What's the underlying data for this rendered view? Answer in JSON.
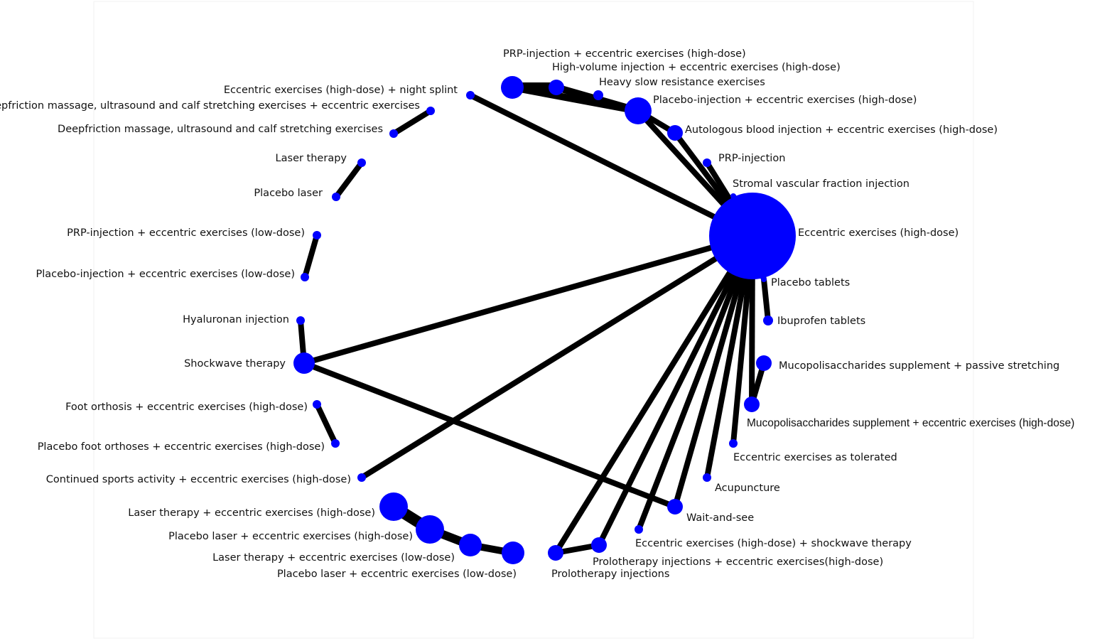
{
  "colors": {
    "node": "#0000ff",
    "edge": "#000000",
    "text": "#111111"
  },
  "nodes": {
    "prp_ecc_hd": {
      "label": "PRP-injection + eccentric exercises (high-dose)"
    },
    "hvi_ecc_hd": {
      "label": "High-volume injection + eccentric exercises (high-dose)"
    },
    "hsr": {
      "label": "Heavy slow resistance exercises"
    },
    "placebo_inj_ecc_hd": {
      "label": "Placebo-injection + eccentric exercises (high-dose)"
    },
    "abi_ecc_hd": {
      "label": "Autologous blood injection + eccentric exercises (high-dose)"
    },
    "prp_inj": {
      "label": "PRP-injection"
    },
    "svf_inj": {
      "label": "Stromal vascular fraction injection"
    },
    "ecc_hd": {
      "label": "Eccentric exercises (high-dose)"
    },
    "placebo_tab": {
      "label": "Placebo tablets"
    },
    "ibuprofen": {
      "label": "Ibuprofen tablets"
    },
    "mps_stretch": {
      "label": "Mucopolisaccharides supplement + passive stretching"
    },
    "mps_ecc_hd": {
      "label": "Mucopolisaccharides supplement + eccentric exercises (high-dose)"
    },
    "ecc_tol": {
      "label": "Eccentric exercises as tolerated"
    },
    "acupuncture": {
      "label": "Acupuncture"
    },
    "wait_see": {
      "label": "Wait-and-see"
    },
    "ecc_hd_sw": {
      "label": "Eccentric exercises (high-dose) + shockwave therapy"
    },
    "prolo_ecc_hd": {
      "label": "Prolotherapy injections + eccentric exercises(high-dose)"
    },
    "prolo": {
      "label": "Prolotherapy injections"
    },
    "placebo_laser_ecc_ld": {
      "label": "Placebo laser + eccentric exercises (low-dose)"
    },
    "laser_ecc_ld": {
      "label": "Laser therapy + eccentric exercises (low-dose)"
    },
    "placebo_laser_ecc_hd": {
      "label": "Placebo laser + eccentric exercises (high-dose)"
    },
    "laser_ecc_hd": {
      "label": "Laser therapy + eccentric exercises (high-dose)"
    },
    "sports_ecc_hd": {
      "label": "Continued sports activity + eccentric exercises (high-dose)"
    },
    "placebo_orth_ecc_hd": {
      "label": "Placebo foot orthoses + eccentric exercises (high-dose)"
    },
    "orth_ecc_hd": {
      "label": "Foot orthosis + eccentric exercises (high-dose)"
    },
    "shockwave": {
      "label": "Shockwave therapy"
    },
    "hyaluronan": {
      "label": "Hyaluronan injection"
    },
    "placebo_inj_ecc_ld": {
      "label": "Placebo-injection + eccentric exercises (low-dose)"
    },
    "prp_ecc_ld": {
      "label": "PRP-injection + eccentric exercises (low-dose)"
    },
    "placebo_laser": {
      "label": "Placebo laser"
    },
    "laser": {
      "label": "Laser therapy"
    },
    "dfm": {
      "label": "Deepfriction massage, ultrasound and calf stretching exercises"
    },
    "dfm_ecc": {
      "label": "Deepfriction massage, ultrasound and calf stretching exercises + eccentric exercises"
    },
    "ecc_hd_splint": {
      "label": "Eccentric exercises (high-dose) + night splint"
    }
  },
  "edges": [
    {
      "from": "ecc_hd",
      "to": "ecc_hd_splint"
    },
    {
      "from": "ecc_hd",
      "to": "placebo_inj_ecc_hd"
    },
    {
      "from": "ecc_hd",
      "to": "abi_ecc_hd"
    },
    {
      "from": "ecc_hd",
      "to": "prp_inj"
    },
    {
      "from": "ecc_hd",
      "to": "svf_inj"
    },
    {
      "from": "ecc_hd",
      "to": "placebo_tab"
    },
    {
      "from": "ecc_hd",
      "to": "mps_ecc_hd"
    },
    {
      "from": "ecc_hd",
      "to": "ecc_tol"
    },
    {
      "from": "ecc_hd",
      "to": "acupuncture"
    },
    {
      "from": "ecc_hd",
      "to": "wait_see"
    },
    {
      "from": "ecc_hd",
      "to": "ecc_hd_sw"
    },
    {
      "from": "ecc_hd",
      "to": "prolo_ecc_hd"
    },
    {
      "from": "ecc_hd",
      "to": "prolo"
    },
    {
      "from": "ecc_hd",
      "to": "sports_ecc_hd"
    },
    {
      "from": "ecc_hd",
      "to": "shockwave"
    },
    {
      "from": "prp_ecc_hd",
      "to": "hvi_ecc_hd"
    },
    {
      "from": "prp_ecc_hd",
      "to": "placebo_inj_ecc_hd"
    },
    {
      "from": "hvi_ecc_hd",
      "to": "placebo_inj_ecc_hd"
    },
    {
      "from": "placebo_inj_ecc_hd",
      "to": "abi_ecc_hd"
    },
    {
      "from": "placebo_tab",
      "to": "ibuprofen"
    },
    {
      "from": "mps_stretch",
      "to": "mps_ecc_hd"
    },
    {
      "from": "shockwave",
      "to": "wait_see"
    },
    {
      "from": "shockwave",
      "to": "hyaluronan"
    },
    {
      "from": "prolo",
      "to": "prolo_ecc_hd"
    },
    {
      "from": "laser_ecc_hd",
      "to": "placebo_laser_ecc_hd"
    },
    {
      "from": "placebo_laser_ecc_hd",
      "to": "laser_ecc_ld"
    },
    {
      "from": "laser_ecc_ld",
      "to": "placebo_laser_ecc_ld"
    },
    {
      "from": "orth_ecc_hd",
      "to": "placebo_orth_ecc_hd"
    },
    {
      "from": "prp_ecc_ld",
      "to": "placebo_inj_ecc_ld"
    },
    {
      "from": "laser",
      "to": "placebo_laser"
    },
    {
      "from": "dfm",
      "to": "dfm_ecc"
    }
  ]
}
